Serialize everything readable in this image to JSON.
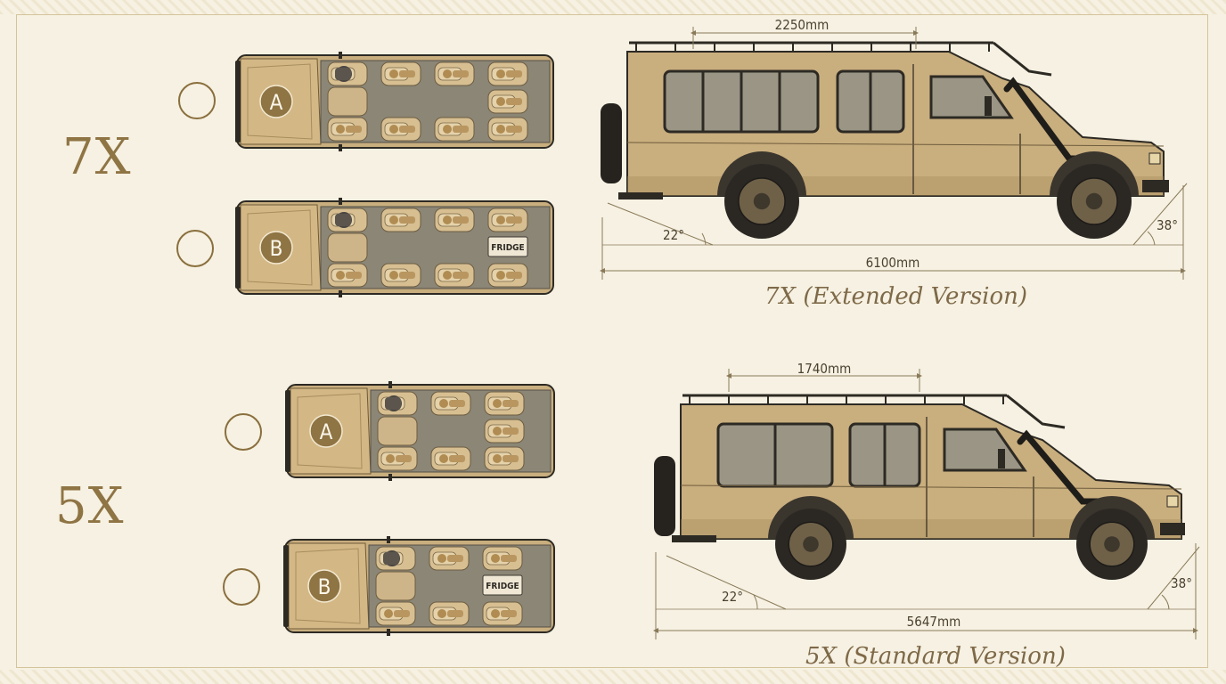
{
  "sections": [
    {
      "label": "7X",
      "caption": "7X (Extended Version)",
      "dims": {
        "roof_length": "2250mm",
        "overall_length": "6100mm",
        "approach_angle": "38°",
        "departure_angle": "22°"
      },
      "layouts": [
        {
          "option": "A",
          "extra": ""
        },
        {
          "option": "B",
          "extra": "FRIDGE"
        }
      ]
    },
    {
      "label": "5X",
      "caption": "5X (Standard Version)",
      "dims": {
        "roof_length": "1740mm",
        "overall_length": "5647mm",
        "approach_angle": "38°",
        "departure_angle": "22°"
      },
      "layouts": [
        {
          "option": "A",
          "extra": ""
        },
        {
          "option": "B",
          "extra": "FRIDGE"
        }
      ]
    }
  ],
  "colors": {
    "background": "#f6f1e2",
    "body": "#c9ae7e",
    "body_dark": "#a88d5d",
    "outline": "#2d2a24",
    "floor": "#8b8676",
    "seat": "#d7bf92",
    "badge": "#8f7444",
    "label": "#8f7444"
  },
  "icons": [
    "radio-circle",
    "seat-icon",
    "driver-icon",
    "spare-wheel-icon",
    "snorkel-icon",
    "roof-rack-icon"
  ]
}
